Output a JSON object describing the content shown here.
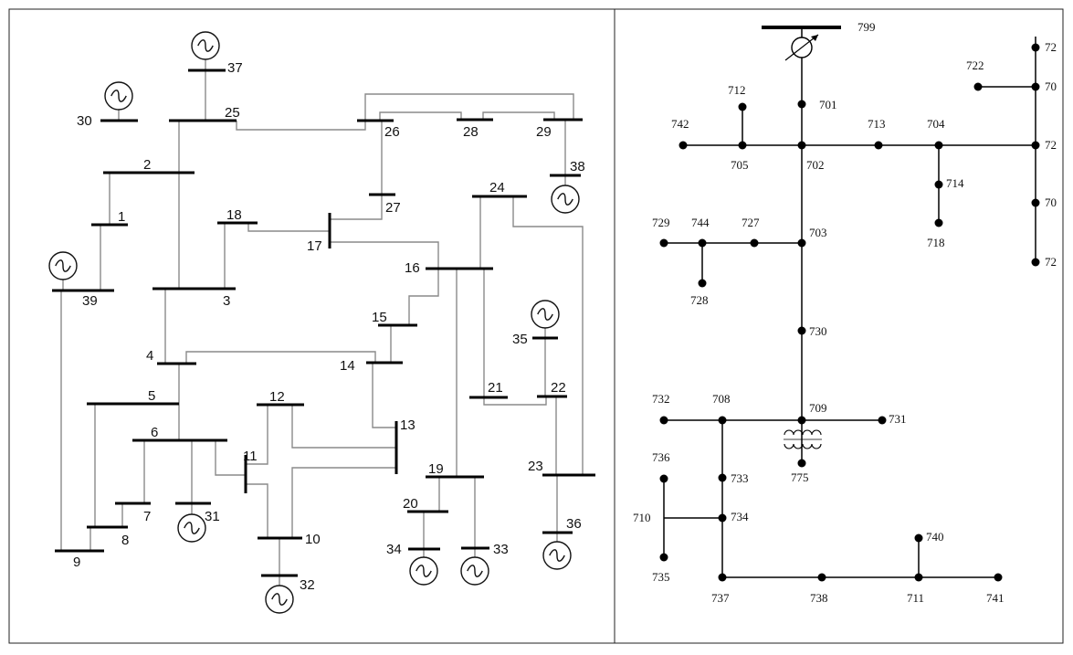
{
  "left_panel": {
    "buses": [
      {
        "id": "1",
        "label": "1"
      },
      {
        "id": "2",
        "label": "2"
      },
      {
        "id": "3",
        "label": "3"
      },
      {
        "id": "4",
        "label": "4"
      },
      {
        "id": "5",
        "label": "5"
      },
      {
        "id": "6",
        "label": "6"
      },
      {
        "id": "7",
        "label": "7"
      },
      {
        "id": "8",
        "label": "8"
      },
      {
        "id": "9",
        "label": "9"
      },
      {
        "id": "10",
        "label": "10"
      },
      {
        "id": "11",
        "label": "11"
      },
      {
        "id": "12",
        "label": "12"
      },
      {
        "id": "13",
        "label": "13"
      },
      {
        "id": "14",
        "label": "14"
      },
      {
        "id": "15",
        "label": "15"
      },
      {
        "id": "16",
        "label": "16"
      },
      {
        "id": "17",
        "label": "17"
      },
      {
        "id": "18",
        "label": "18"
      },
      {
        "id": "19",
        "label": "19"
      },
      {
        "id": "20",
        "label": "20"
      },
      {
        "id": "21",
        "label": "21"
      },
      {
        "id": "22",
        "label": "22"
      },
      {
        "id": "23",
        "label": "23"
      },
      {
        "id": "24",
        "label": "24"
      },
      {
        "id": "25",
        "label": "25"
      },
      {
        "id": "26",
        "label": "26"
      },
      {
        "id": "27",
        "label": "27"
      },
      {
        "id": "28",
        "label": "28"
      },
      {
        "id": "29",
        "label": "29"
      },
      {
        "id": "30",
        "label": "30"
      },
      {
        "id": "31",
        "label": "31"
      },
      {
        "id": "32",
        "label": "32"
      },
      {
        "id": "33",
        "label": "33"
      },
      {
        "id": "34",
        "label": "34"
      },
      {
        "id": "35",
        "label": "35"
      },
      {
        "id": "36",
        "label": "36"
      },
      {
        "id": "37",
        "label": "37"
      },
      {
        "id": "38",
        "label": "38"
      },
      {
        "id": "39",
        "label": "39"
      }
    ],
    "generators": [
      "30",
      "37",
      "38",
      "39",
      "31",
      "32",
      "33",
      "34",
      "35",
      "36"
    ],
    "lines": [
      [
        "1",
        "2"
      ],
      [
        "1",
        "39"
      ],
      [
        "2",
        "3"
      ],
      [
        "2",
        "25"
      ],
      [
        "3",
        "4"
      ],
      [
        "3",
        "18"
      ],
      [
        "4",
        "5"
      ],
      [
        "4",
        "14"
      ],
      [
        "5",
        "6"
      ],
      [
        "5",
        "8"
      ],
      [
        "6",
        "7"
      ],
      [
        "6",
        "11"
      ],
      [
        "6",
        "31"
      ],
      [
        "7",
        "8"
      ],
      [
        "8",
        "9"
      ],
      [
        "9",
        "39"
      ],
      [
        "10",
        "11"
      ],
      [
        "10",
        "13"
      ],
      [
        "10",
        "32"
      ],
      [
        "12",
        "11"
      ],
      [
        "12",
        "13"
      ],
      [
        "13",
        "14"
      ],
      [
        "14",
        "15"
      ],
      [
        "15",
        "16"
      ],
      [
        "16",
        "17"
      ],
      [
        "16",
        "19"
      ],
      [
        "16",
        "21"
      ],
      [
        "16",
        "24"
      ],
      [
        "17",
        "18"
      ],
      [
        "17",
        "27"
      ],
      [
        "19",
        "20"
      ],
      [
        "19",
        "33"
      ],
      [
        "20",
        "34"
      ],
      [
        "21",
        "22"
      ],
      [
        "22",
        "23"
      ],
      [
        "22",
        "35"
      ],
      [
        "23",
        "24"
      ],
      [
        "23",
        "36"
      ],
      [
        "25",
        "26"
      ],
      [
        "25",
        "37"
      ],
      [
        "26",
        "27"
      ],
      [
        "26",
        "28"
      ],
      [
        "26",
        "29"
      ],
      [
        "28",
        "29"
      ],
      [
        "29",
        "38"
      ]
    ]
  },
  "right_panel": {
    "nodes": [
      {
        "id": "799",
        "label": "799"
      },
      {
        "id": "701",
        "label": "701"
      },
      {
        "id": "702",
        "label": "702"
      },
      {
        "id": "703",
        "label": "703"
      },
      {
        "id": "704",
        "label": "704"
      },
      {
        "id": "705",
        "label": "705"
      },
      {
        "id": "708",
        "label": "708"
      },
      {
        "id": "709",
        "label": "709"
      },
      {
        "id": "710",
        "label": "710"
      },
      {
        "id": "711",
        "label": "711"
      },
      {
        "id": "712",
        "label": "712"
      },
      {
        "id": "713",
        "label": "713"
      },
      {
        "id": "714",
        "label": "714"
      },
      {
        "id": "718",
        "label": "718"
      },
      {
        "id": "722",
        "label": "722"
      },
      {
        "id": "727",
        "label": "727"
      },
      {
        "id": "728",
        "label": "728"
      },
      {
        "id": "729",
        "label": "729"
      },
      {
        "id": "730",
        "label": "730"
      },
      {
        "id": "731",
        "label": "731"
      },
      {
        "id": "732",
        "label": "732"
      },
      {
        "id": "733",
        "label": "733"
      },
      {
        "id": "734",
        "label": "734"
      },
      {
        "id": "735",
        "label": "735"
      },
      {
        "id": "736",
        "label": "736"
      },
      {
        "id": "737",
        "label": "737"
      },
      {
        "id": "738",
        "label": "738"
      },
      {
        "id": "740",
        "label": "740"
      },
      {
        "id": "741",
        "label": "741"
      },
      {
        "id": "742",
        "label": "742"
      },
      {
        "id": "744",
        "label": "744"
      },
      {
        "id": "775",
        "label": "775"
      },
      {
        "id": "r1",
        "label": "72"
      },
      {
        "id": "r2",
        "label": "70"
      },
      {
        "id": "r3",
        "label": "72"
      },
      {
        "id": "r4",
        "label": "70"
      },
      {
        "id": "r5",
        "label": "72"
      }
    ],
    "edges": [
      [
        "799",
        "701"
      ],
      [
        "701",
        "702"
      ],
      [
        "702",
        "705"
      ],
      [
        "705",
        "742"
      ],
      [
        "705",
        "712"
      ],
      [
        "702",
        "713"
      ],
      [
        "713",
        "704"
      ],
      [
        "704",
        "714"
      ],
      [
        "714",
        "718"
      ],
      [
        "704",
        "r3"
      ],
      [
        "r1",
        "r2"
      ],
      [
        "r2",
        "r3"
      ],
      [
        "722",
        "r2"
      ],
      [
        "r3",
        "r4"
      ],
      [
        "r4",
        "r5"
      ],
      [
        "702",
        "703"
      ],
      [
        "703",
        "727"
      ],
      [
        "727",
        "744"
      ],
      [
        "744",
        "729"
      ],
      [
        "744",
        "728"
      ],
      [
        "703",
        "730"
      ],
      [
        "730",
        "709"
      ],
      [
        "709",
        "708"
      ],
      [
        "708",
        "732"
      ],
      [
        "709",
        "731"
      ],
      [
        "709",
        "775"
      ],
      [
        "708",
        "733"
      ],
      [
        "733",
        "734"
      ],
      [
        "734",
        "710"
      ],
      [
        "710",
        "736"
      ],
      [
        "710",
        "735"
      ],
      [
        "734",
        "737"
      ],
      [
        "737",
        "738"
      ],
      [
        "738",
        "711"
      ],
      [
        "711",
        "741"
      ],
      [
        "711",
        "740"
      ]
    ]
  }
}
